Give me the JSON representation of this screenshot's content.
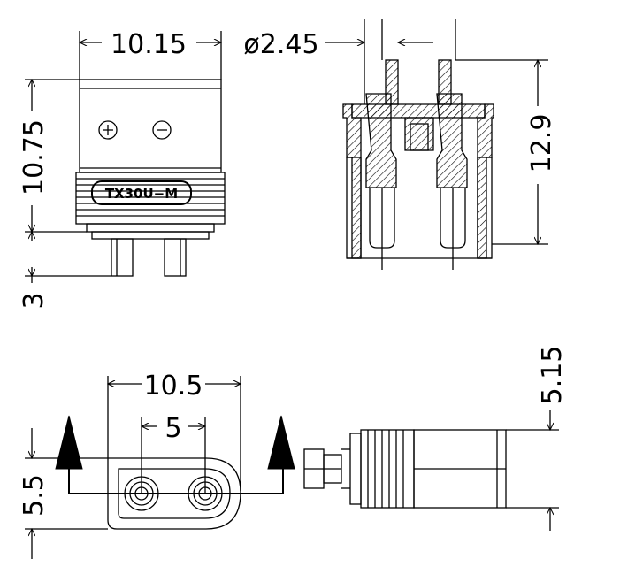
{
  "dimensions": {
    "width_top": "10.15",
    "pin_diameter": "ø2.45",
    "height_body": "10.75",
    "pin_length": "3",
    "height_section": "12.9",
    "width_bottom": "10.5",
    "pin_spacing": "5",
    "depth_bottom": "5.5",
    "side_height": "5.15"
  },
  "labels": {
    "model": "TX30U−M",
    "plus_symbol": "+",
    "minus_symbol": "−"
  }
}
